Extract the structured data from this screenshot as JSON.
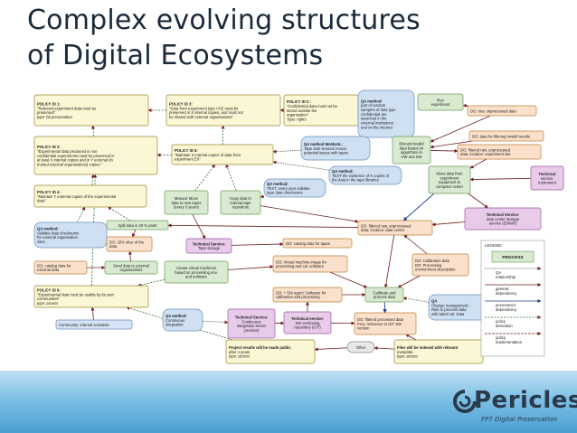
{
  "slide": {
    "title_line1": "Complex evolving structures",
    "title_line2": "of Digital Ecosystems"
  },
  "logo": {
    "name": "Pericles",
    "tagline": "FP7 Digital Preservation"
  },
  "colors": {
    "policy": "#fbf6d3",
    "qa": "#cfe0f3",
    "technical_service": "#e7cbe9",
    "do": "#fbe1cc",
    "process": "#d8ead0",
    "community": "#d4e4f6",
    "other": "#e8e8e8",
    "policy_border": "#9a8a3a",
    "generic_edge": "#a01818",
    "provenance_edge": "#1f3f8f",
    "derivation_edge": "#2f6f2f"
  },
  "nodes": [
    {
      "id": "p1",
      "kind": "policy",
      "lines": [
        "POLICY ID 1:",
        "\"Relevant experiment data must be",
        "preserved\"",
        "type: bit preservation"
      ]
    },
    {
      "id": "p3",
      "kind": "policy",
      "lines": [
        "POLICY ID 3:",
        "\"Data from experiment type VSE must be",
        "preserved in X internal copies, and must not",
        "be shared with external organisations\""
      ]
    },
    {
      "id": "p0",
      "kind": "policy",
      "lines": [
        "POLICY ID 0 :",
        "\"Confidential data must not be",
        "stored outside the",
        "organisation\"",
        "Type: rights"
      ]
    },
    {
      "id": "qa1",
      "kind": "qa",
      "lines": [
        "QA method:",
        "part of random",
        "samples of data type",
        "confidential are",
        "searched in the",
        "external institutions",
        "and on the internet"
      ]
    },
    {
      "id": "run",
      "kind": "process",
      "lines": [
        "Run",
        "experiment"
      ]
    },
    {
      "id": "do_raw",
      "kind": "do",
      "lines": [
        "DO: raw, unprocessed data"
      ]
    },
    {
      "id": "p2",
      "kind": "policy",
      "lines": [
        "POLICY ID 2:",
        "\"Experimental data produced in non",
        "confidential experiments must be preserved in",
        "at least X internal copies and in Y external (in",
        "trusted external organisations) copies \""
      ]
    },
    {
      "id": "qa_manual",
      "kind": "qa",
      "lines": [
        "QA method MANUAL:",
        "Tape dust sensors reveal",
        "potential issues with tapes"
      ]
    },
    {
      "id": "p5",
      "kind": "policy",
      "lines": [
        "POLICY ID 5:",
        "\"Maintain X internal copies of data from",
        "experiment EX\""
      ]
    },
    {
      "id": "discard",
      "kind": "process",
      "lines": [
        "Discard invalid",
        "data based on",
        "algorithms in",
        "HW and SW"
      ]
    },
    {
      "id": "do_filter",
      "kind": "do",
      "lines": [
        "DO: data for filtering invalid results"
      ]
    },
    {
      "id": "do_filtered",
      "kind": "do",
      "lines": [
        "DO: filtered raw, unprocessed",
        "data; location: experiment site"
      ]
    },
    {
      "id": "qa_test",
      "kind": "qa",
      "lines": [
        "QA method:",
        "TEST the existence of X copies of",
        "the data in the tape libraries"
      ]
    },
    {
      "id": "move",
      "kind": "process",
      "lines": [
        "Move data from",
        "experiment",
        "equipment to",
        "computer center"
      ]
    },
    {
      "id": "ts_instr",
      "kind": "technical_service",
      "lines": [
        "Technical",
        "service:",
        "Instrument"
      ]
    },
    {
      "id": "p4",
      "kind": "policy",
      "lines": [
        "POLICY ID 4:",
        "\"Maintain Y external copies of the experimental",
        "data\""
      ]
    },
    {
      "id": "manual",
      "kind": "process",
      "lines": [
        "Manual: Move",
        "data to new tapes",
        "(every 3 years)"
      ]
    },
    {
      "id": "copy",
      "kind": "process",
      "lines": [
        "Copy data to",
        "internal tape",
        "repository"
      ]
    },
    {
      "id": "qa_tape",
      "kind": "qa",
      "lines": [
        "QA method:",
        "TEST: every year validate",
        "tape data checksums"
      ]
    },
    {
      "id": "ts_storage",
      "kind": "technical_service",
      "lines": [
        "Technical Service:",
        "data center storage",
        "service (ENNIR)"
      ]
    },
    {
      "id": "qa_validate",
      "kind": "qa",
      "lines": [
        "QA method:",
        "Validate data checksums",
        "for external organisation",
        "sites"
      ]
    },
    {
      "id": "split",
      "kind": "process",
      "lines": [
        "Split data in 20 % parts"
      ]
    },
    {
      "id": "do_filtered_dc",
      "kind": "do",
      "lines": [
        "DO: filtered raw, unprocessed",
        "data; location: data center"
      ]
    },
    {
      "id": "do_20",
      "kind": "do",
      "lines": [
        "DO: 20% slice of the",
        "data"
      ]
    },
    {
      "id": "ts_tape",
      "kind": "technical_service",
      "lines": [
        "Technical Service:",
        "Tape storage"
      ]
    },
    {
      "id": "do_catalog_tapes",
      "kind": "do",
      "lines": [
        "DO: catalog data for tapes"
      ]
    },
    {
      "id": "do_catalog_ext",
      "kind": "do",
      "lines": [
        "DO: catalog data for",
        "external data"
      ]
    },
    {
      "id": "send",
      "kind": "process",
      "lines": [
        "Send data to external",
        "organisations"
      ]
    },
    {
      "id": "create_vm",
      "kind": "process",
      "lines": [
        "Create virtual machines",
        "based on processing env.",
        "and software"
      ]
    },
    {
      "id": "do_vm",
      "kind": "do",
      "lines": [
        "DO: Virtual machine image for",
        "processing and cal. software"
      ]
    },
    {
      "id": "do_calib",
      "kind": "do",
      "lines": [
        "DO: Calibration data",
        "DO: Processing",
        "environment description"
      ]
    },
    {
      "id": "p6",
      "kind": "policy",
      "lines": [
        "POLICY ID 6:",
        "\"Experimental data must be usable by its user",
        "communities\"",
        "type: access"
      ]
    },
    {
      "id": "do_sw",
      "kind": "do",
      "lines": [
        "DO: + SW agent: Software for",
        "calibration and processing"
      ]
    },
    {
      "id": "calibrate",
      "kind": "process",
      "lines": [
        "Calibrate and",
        "process data"
      ]
    },
    {
      "id": "qa_change",
      "kind": "qa",
      "lines": [
        "QA",
        "Change management :",
        "Rule to process data",
        "with latest cal. Data"
      ]
    },
    {
      "id": "community",
      "kind": "community",
      "lines": [
        "Community: internal scientists"
      ]
    },
    {
      "id": "qa_ci",
      "kind": "qa",
      "lines": [
        "QA method:",
        "Continuous",
        "integration"
      ]
    },
    {
      "id": "ts_ci",
      "kind": "technical_service",
      "lines": [
        "Technical Service:",
        "Continuous",
        "integration server",
        "(Jenkins)"
      ]
    },
    {
      "id": "ts_git",
      "kind": "technical_service",
      "lines": [
        "Technical service:",
        "SW versioning",
        "repository (GIT)"
      ]
    },
    {
      "id": "do_processed",
      "kind": "do",
      "lines": [
        "DO: filtered processed data",
        "Prov. reference to GIT SW",
        "version"
      ]
    },
    {
      "id": "p_public",
      "kind": "policy",
      "lines": [
        "Project results will be made public",
        "after 4 years",
        "type: access"
      ]
    },
    {
      "id": "other",
      "kind": "other",
      "lines": [
        "Other"
      ]
    },
    {
      "id": "p_index",
      "kind": "policy",
      "lines": [
        "Files will be indexed with relevant",
        "metadata",
        "type: access"
      ]
    }
  ],
  "legend": {
    "title": "LEGEND:",
    "process_label": "PROCESS",
    "items": [
      {
        "label": [
          "QA",
          "relationship"
        ],
        "style": "qa"
      },
      {
        "label": [
          "general",
          "dependency"
        ],
        "style": "generic"
      },
      {
        "label": [
          "provenance",
          "dependency"
        ],
        "style": "provenance"
      },
      {
        "label": [
          "policy",
          "derivation"
        ],
        "style": "derivation"
      },
      {
        "label": [
          "policy",
          "implementation"
        ],
        "style": "implementation"
      }
    ]
  }
}
